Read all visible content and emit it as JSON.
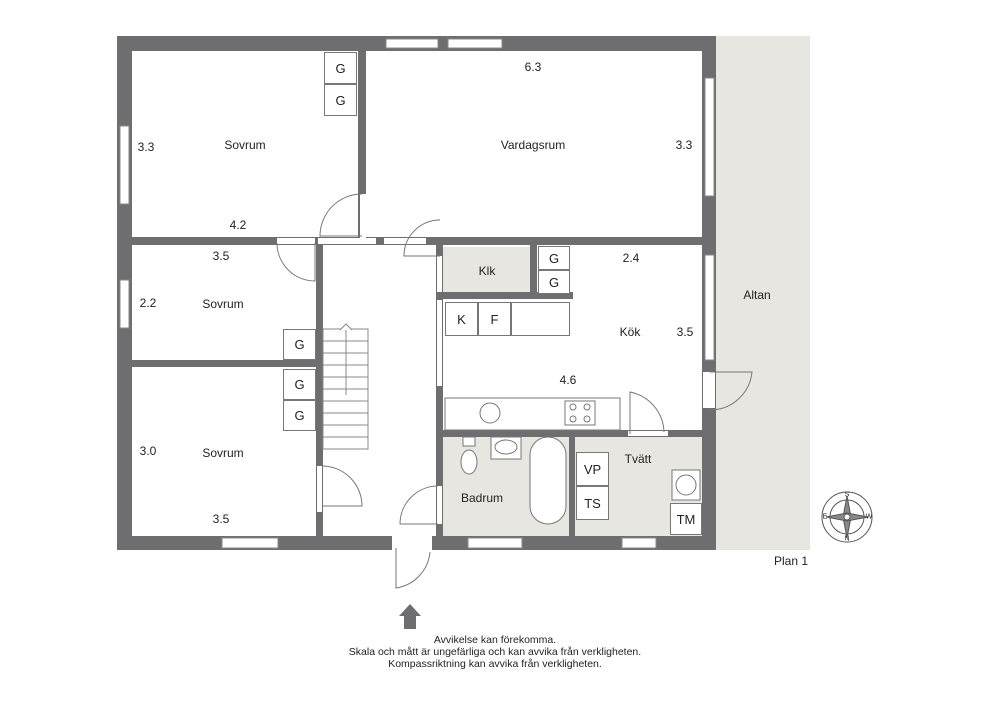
{
  "rooms": [
    {
      "key": "sovrum_1",
      "name": "Sovrum"
    },
    {
      "key": "vardagsrum",
      "name": "Vardagsrum"
    },
    {
      "key": "sovrum_2",
      "name": "Sovrum"
    },
    {
      "key": "sovrum_3",
      "name": "Sovrum"
    },
    {
      "key": "klk",
      "name": "Klk"
    },
    {
      "key": "kok",
      "name": "Kök"
    },
    {
      "key": "badrum",
      "name": "Badrum"
    },
    {
      "key": "tvatt",
      "name": "Tvätt"
    },
    {
      "key": "altan",
      "name": "Altan"
    }
  ],
  "dimensions": {
    "sovrum_1_h": "3.3",
    "sovrum_1_w": "4.2",
    "vardagsrum_w": "6.3",
    "vardagsrum_h": "3.3",
    "sovrum_2_w": "3.5",
    "sovrum_2_h": "2.2",
    "sovrum_3_h": "3.0",
    "sovrum_3_w": "3.5",
    "kok_top": "2.4",
    "kok_h": "3.5",
    "kok_w": "4.6"
  },
  "fixtures": {
    "garderob": "G",
    "kyl": "K",
    "frys": "F",
    "varmepump": "VP",
    "torkskap": "TS",
    "tvattmaskin": "TM"
  },
  "plan_label": "Plan 1",
  "compass": {
    "n": "N",
    "s": "S",
    "e": "E",
    "w": "W"
  },
  "disclaimer": [
    "Avvikelse kan förekomma.",
    "Skala och mått är ungefärliga och kan avvika från verkligheten.",
    "Kompassriktning kan avvika från verkligheten."
  ],
  "colors": {
    "wall": "#6e6e70",
    "tile": "#e8e6e1",
    "terrace": "#e8e6e1",
    "window": "#ffffff"
  }
}
